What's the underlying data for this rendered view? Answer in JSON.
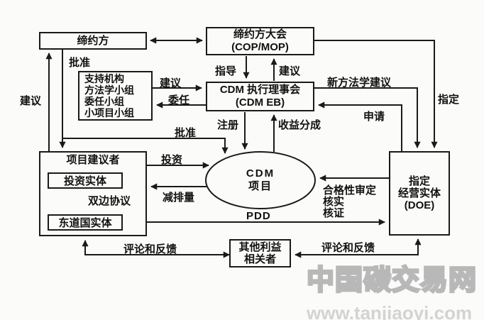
{
  "diagram": {
    "nodes": {
      "party": {
        "label": "缔约方"
      },
      "cop": {
        "line1": "缔约方大会",
        "line2": "(COP/MOP)"
      },
      "eb": {
        "line1": "CDM 执行理事会",
        "line2": "(CDM EB)"
      },
      "support": {
        "line1": "支持机构",
        "line2": "方法学小组",
        "line3": "委任小组",
        "line4": "小项目小组"
      },
      "proposer": {
        "title": "项目建议者",
        "investor": "投资实体",
        "agreement": "双边协议",
        "host": "东道国实体"
      },
      "project": {
        "line1": "CDM",
        "line2": "项目"
      },
      "doe": {
        "line1": "指定",
        "line2": "经营实体",
        "line3": "(DOE)"
      },
      "stakeholders": {
        "line1": "其他利益",
        "line2": "相关者"
      }
    },
    "edge_labels": {
      "approve_left": "批准",
      "propose_left": "建议",
      "guide": "指导",
      "advise_up": "建议",
      "advise_support": "建议",
      "appoint": "委任",
      "new_methodology": "新方法学建议",
      "apply": "申请",
      "designate": "指定",
      "approve_project": "批准",
      "register": "注册",
      "profit_share": "收益分成",
      "invest": "投资",
      "emission_reduction": "减排量",
      "pdd": "PDD",
      "validation": "合格性审定",
      "verify": "核实",
      "certify": "核证",
      "feedback_left": "评论和反馈",
      "feedback_right": "评论和反馈"
    },
    "watermark": {
      "title": "中国碳交易网",
      "url": "www.tanjiaoyi.com"
    },
    "colors": {
      "line": "#1a1a1a",
      "background": "#fbfbf9",
      "watermark_outline": "#b8b8b8",
      "watermark_url": "#d3d3d3"
    }
  }
}
